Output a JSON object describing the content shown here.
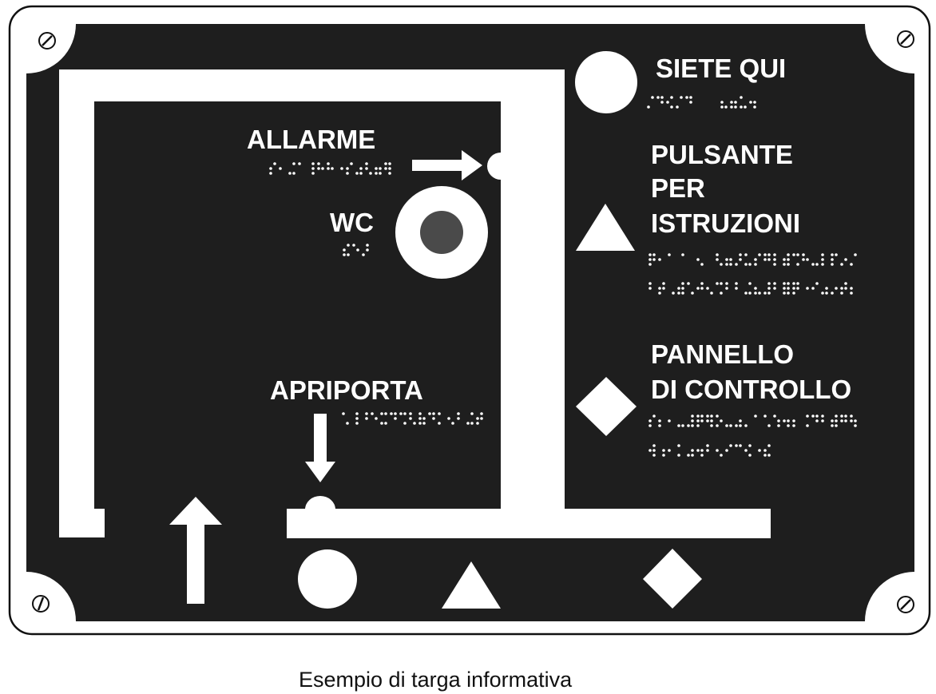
{
  "labels": {
    "you_are_here": "SIETE QUI",
    "alarm": "ALLARME",
    "wc": "WC",
    "button_line1": "PULSANTE",
    "button_line2": "PER",
    "button_line3": "ISTRUZIONI",
    "panel_line1": "PANNELLO",
    "panel_line2": "DI CONTROLLO",
    "door_opener": "APRIPORTA"
  },
  "caption": "Esempio di targa informativa",
  "colors": {
    "plate": "#1e1e1e",
    "frame": "#ffffff",
    "symbols": "#ffffff",
    "wc_center": "#4a4a4a",
    "caption_text": "#111111"
  },
  "icons": [
    "screw-icon",
    "circle-icon",
    "triangle-icon",
    "diamond-icon",
    "arrow-up-icon",
    "arrow-right-icon",
    "arrow-down-icon"
  ]
}
